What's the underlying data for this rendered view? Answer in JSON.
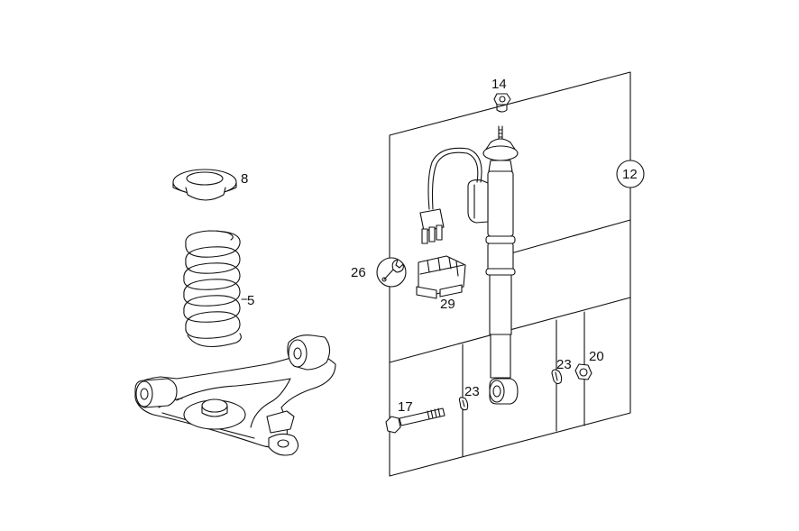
{
  "labels": {
    "p14": "14",
    "p8": "8",
    "p12": "12",
    "p26": "26",
    "p29": "29",
    "p5": "5",
    "p23a": "23",
    "p20": "20",
    "p17": "17",
    "p23b": "23"
  },
  "icons": {
    "service_note": "wrench-icon"
  },
  "colors": {
    "line": "#111111",
    "background": "#ffffff"
  }
}
